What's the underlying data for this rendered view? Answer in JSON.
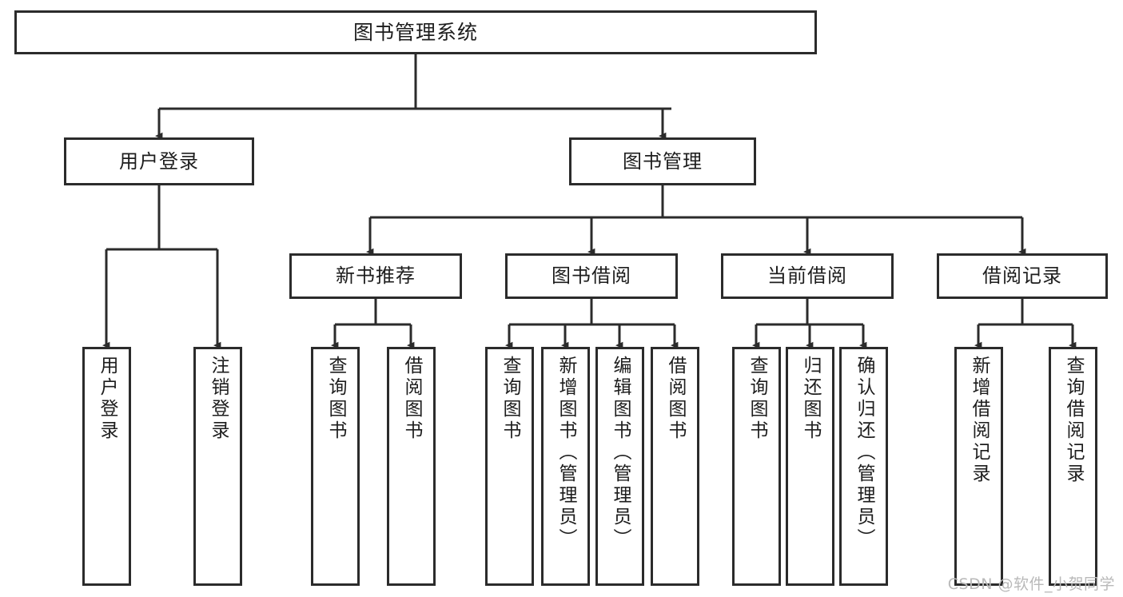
{
  "diagram": {
    "type": "tree-hierarchy",
    "title": "图书管理系统",
    "stroke_color": "#2b2b2b",
    "background_color": "#ffffff",
    "text_color": "#1d1d1d"
  },
  "nodes": {
    "root": {
      "label": "图书管理系统"
    },
    "level2": [
      {
        "label": "用户登录"
      },
      {
        "label": "图书管理"
      }
    ],
    "level3": [
      {
        "label": "新书推荐"
      },
      {
        "label": "图书借阅"
      },
      {
        "label": "当前借阅"
      },
      {
        "label": "借阅记录"
      }
    ],
    "leaves": [
      {
        "label": "用户登录"
      },
      {
        "label": "注销登录"
      },
      {
        "label": "查询图书"
      },
      {
        "label": "借阅图书"
      },
      {
        "label": "查询图书"
      },
      {
        "label": "新增图书（管理员）"
      },
      {
        "label": "编辑图书（管理员）"
      },
      {
        "label": "借阅图书"
      },
      {
        "label": "查询图书"
      },
      {
        "label": "归还图书"
      },
      {
        "label": "确认归还（管理员）"
      },
      {
        "label": "新增借阅记录"
      },
      {
        "label": "查询借阅记录"
      }
    ]
  },
  "watermark": {
    "text": "CSDN @软件_小贺同学"
  }
}
